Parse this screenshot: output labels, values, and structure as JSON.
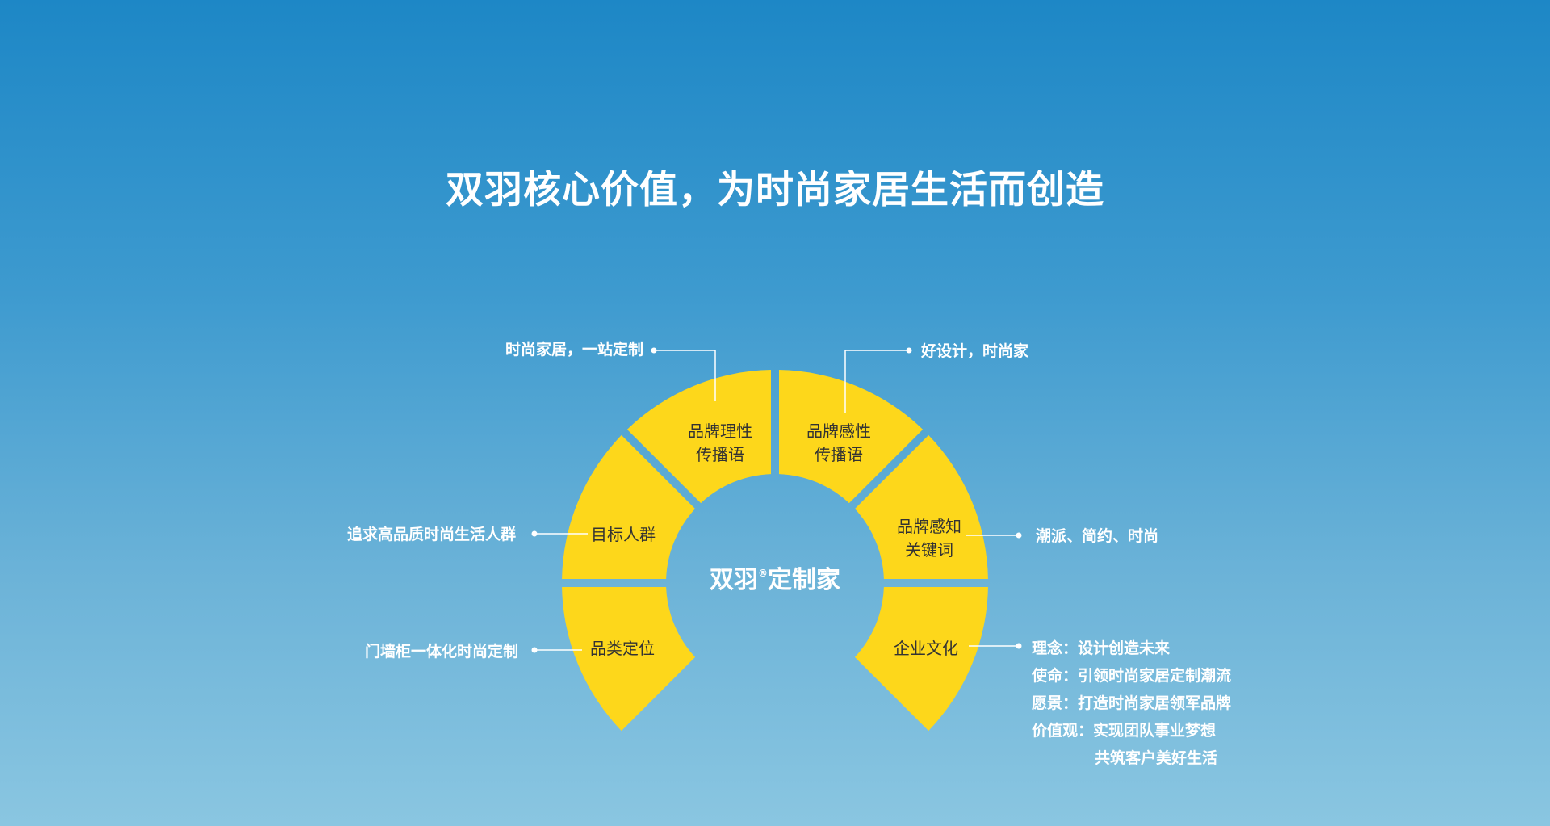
{
  "title": "双羽核心价值，为时尚家居生活而创造",
  "center_logo": {
    "brand": "双羽",
    "mark": "®",
    "suffix": "定制家"
  },
  "segments": [
    {
      "id": "brand-rational",
      "lines": [
        "品牌理性",
        "传播语"
      ]
    },
    {
      "id": "brand-emotional",
      "lines": [
        "品牌感性",
        "传播语"
      ]
    },
    {
      "id": "target-group",
      "lines": [
        "目标人群"
      ]
    },
    {
      "id": "brand-keywords",
      "lines": [
        "品牌感知",
        "关键词"
      ]
    },
    {
      "id": "category",
      "lines": [
        "品类定位"
      ]
    },
    {
      "id": "culture",
      "lines": [
        "企业文化"
      ]
    }
  ],
  "annotations": {
    "brand-rational": [
      "时尚家居，一站定制"
    ],
    "brand-emotional": [
      "好设计，时尚家"
    ],
    "target-group": [
      "追求高品质时尚生活人群"
    ],
    "brand-keywords": [
      "潮派、简约、时尚"
    ],
    "category": [
      "门墙柜一体化时尚定制"
    ],
    "culture": [
      "理念：设计创造未来",
      "使命：引领时尚家居定制潮流",
      "愿景：打造时尚家居领军品牌",
      "价值观：实现团队事业梦想",
      "共筑客户美好生活"
    ]
  },
  "colors": {
    "segment": "#fdd71b",
    "background_top": "#1d87c6",
    "background_bottom": "#8ac6e1",
    "text_on_segment": "#333333",
    "annotation": "#ffffff"
  }
}
